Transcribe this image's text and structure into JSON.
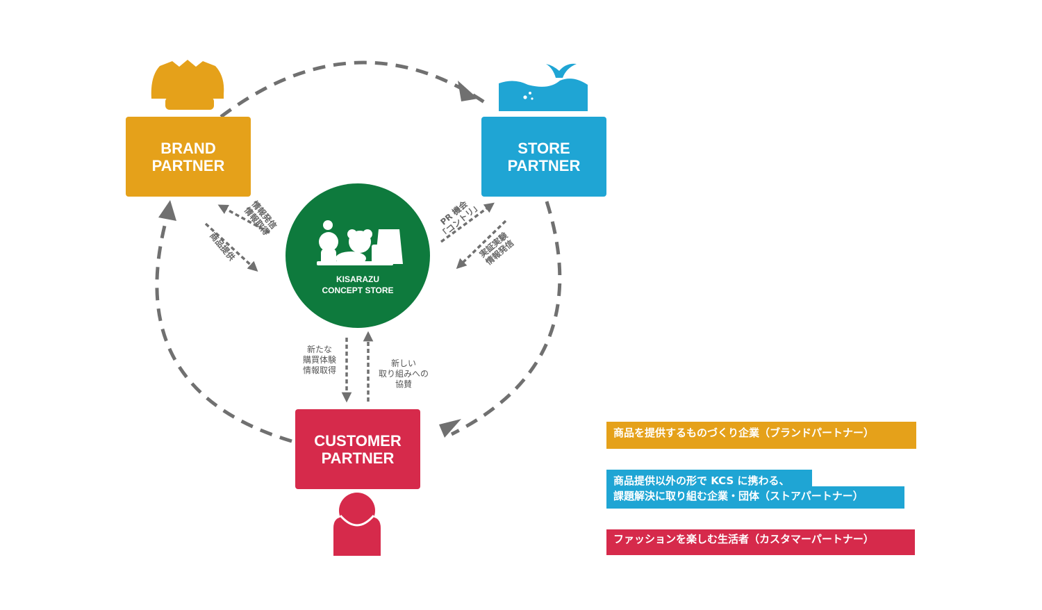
{
  "colors": {
    "brand": "#e5a11a",
    "store": "#1fa5d4",
    "customer": "#d62a4b",
    "center": "#0e7a3d",
    "arrow": "#707070"
  },
  "nodes": {
    "brand": {
      "line1": "BRAND",
      "line2": "PARTNER",
      "icon": "brand-mascot-icon"
    },
    "store": {
      "line1": "STORE",
      "line2": "PARTNER",
      "icon": "whale-icon"
    },
    "customer": {
      "line1": "CUSTOMER",
      "line2": "PARTNER",
      "icon": "person-icon"
    },
    "center": {
      "line1": "KISARAZU",
      "line2": "CONCEPT STORE",
      "icon": "kcs-figures-icon"
    }
  },
  "flows": {
    "brand_out": {
      "line1": "情報発信",
      "line2": "情報取得"
    },
    "brand_in": {
      "line1": "商品提供"
    },
    "store_out": {
      "line1": "PR 機会",
      "line2": "「コントリ」"
    },
    "store_in": {
      "line1": "実証実験",
      "line2": "情報発信"
    },
    "customer_in": {
      "line1": "新たな",
      "line2": "購買体験",
      "line3": "情報取得"
    },
    "customer_out": {
      "line1": "新しい",
      "line2": "取り組みへの",
      "line3": "協賛"
    }
  },
  "legend": {
    "brand": "商品を提供するものづくり企業（ブランドパートナー）",
    "store_line1": "商品提供以外の形で KCS に携わる、",
    "store_line2": "課題解決に取り組む企業・団体（ストアパートナー）",
    "customer": "ファッションを楽しむ生活者（カスタマーパートナー）"
  }
}
